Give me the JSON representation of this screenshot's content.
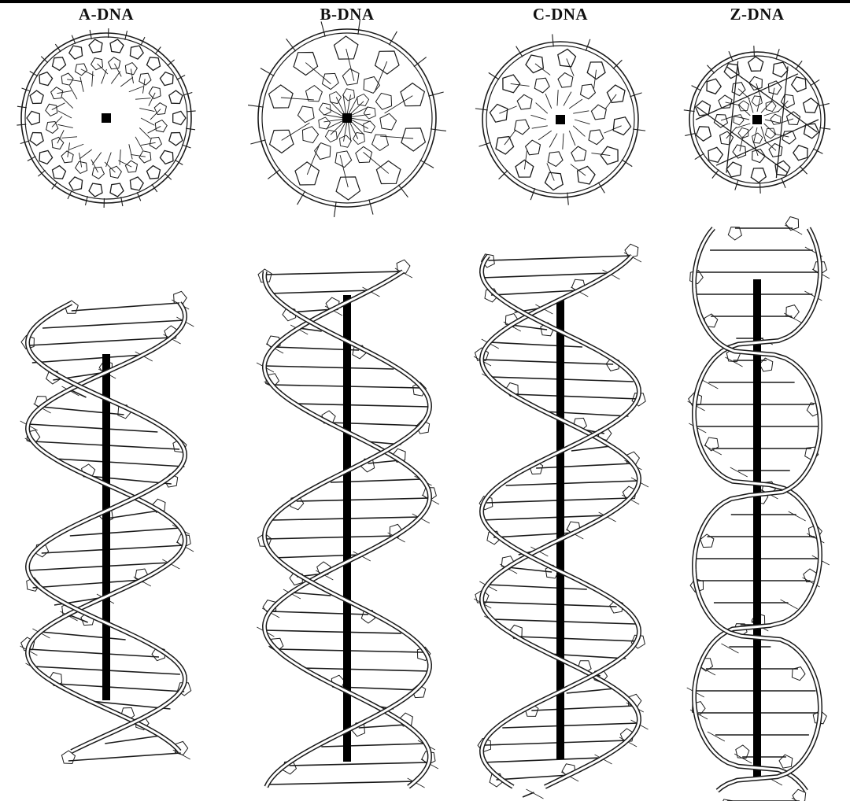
{
  "figure": {
    "panels": [
      {
        "id": "a",
        "label": "A-DNA"
      },
      {
        "id": "b",
        "label": "B-DNA"
      },
      {
        "id": "c",
        "label": "C-DNA"
      },
      {
        "id": "z",
        "label": "Z-DNA"
      }
    ]
  },
  "colors": {
    "line": "#1a1a1a",
    "axis": "#000000",
    "background": "#ffffff"
  }
}
